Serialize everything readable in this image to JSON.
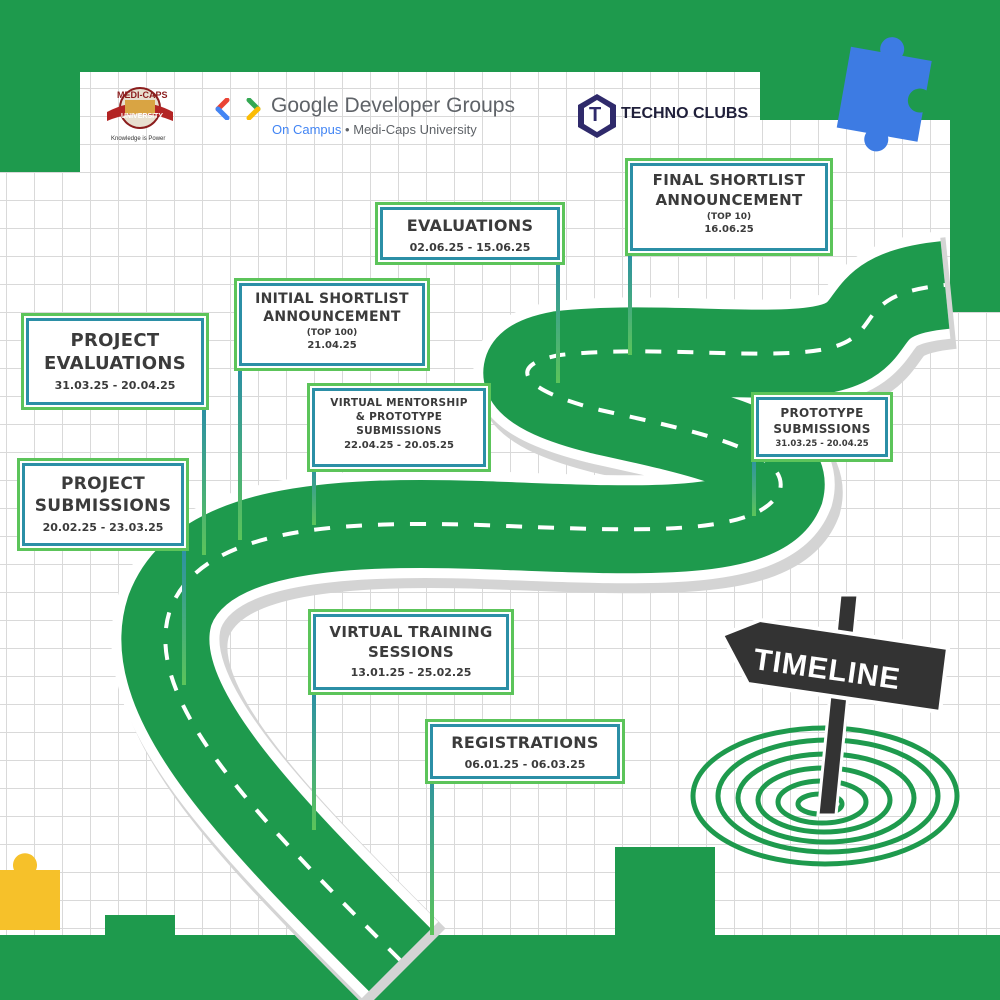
{
  "logos": {
    "medicaps": {
      "name": "MEDI-CAPS",
      "sub": "UNIVERSITY",
      "tagline": "Knowledge is Power"
    },
    "gdg": {
      "title": "Google Developer Groups",
      "oncampus": "On Campus",
      "separator": "•",
      "university": "Medi-Caps University"
    },
    "techno": {
      "mark": "T",
      "name": "TECHNO CLUBS"
    }
  },
  "milestones": {
    "registrations": {
      "title": "REGISTRATIONS",
      "date": "06.01.25 - 06.03.25"
    },
    "virtual_training": {
      "title_l1": "VIRTUAL TRAINING",
      "title_l2": "SESSIONS",
      "date": "13.01.25 - 25.02.25"
    },
    "project_submissions": {
      "title_l1": "PROJECT",
      "title_l2": "SUBMISSIONS",
      "date": "20.02.25 - 23.03.25"
    },
    "project_evaluations": {
      "title_l1": "PROJECT",
      "title_l2": "EVALUATIONS",
      "date": "31.03.25 - 20.04.25"
    },
    "initial_shortlist": {
      "title_l1": "INITIAL SHORTLIST",
      "title_l2": "ANNOUNCEMENT",
      "sub": "(TOP 100)",
      "date": "21.04.25"
    },
    "virtual_mentorship": {
      "title_l1": "VIRTUAL MENTORSHIP",
      "title_l2": "& PROTOTYPE",
      "title_l3": "SUBMISSIONS",
      "date": "22.04.25 - 20.05.25"
    },
    "evaluations": {
      "title": "EVALUATIONS",
      "date": "02.06.25 - 15.06.25"
    },
    "final_shortlist": {
      "title_l1": "FINAL SHORTLIST",
      "title_l2": "ANNOUNCEMENT",
      "sub": "(TOP 10)",
      "date": "16.06.25"
    },
    "prototype_submissions": {
      "title_l1": "PROTOTYPE",
      "title_l2": "SUBMISSIONS",
      "date": "31.03.25 - 20.04.25"
    }
  },
  "signpost": {
    "label": "TIMELINE"
  },
  "colors": {
    "green": "#1e9a4d",
    "teal": "#2b8fa6",
    "light_green": "#5cc45a",
    "blue_puzzle": "#3d7be3",
    "yellow_puzzle": "#f6c12a",
    "sign_dark": "#333333"
  },
  "icons": [
    "puzzle-piece-icon",
    "puzzle-piece-icon",
    "signpost-arrow-icon",
    "spiral-icon"
  ]
}
